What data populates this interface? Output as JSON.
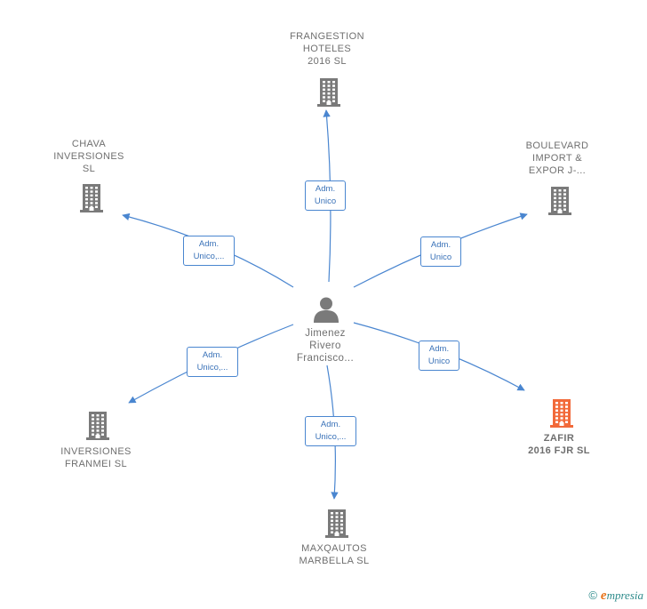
{
  "colors": {
    "edge": "#4a86d0",
    "building_gray": "#7a7a7a",
    "building_highlight": "#f26a3a",
    "person": "#7a7a7a"
  },
  "center": {
    "label": "Jimenez\nRivero\nFrancisco...",
    "icon": "person-icon"
  },
  "nodes": [
    {
      "id": "frangestion",
      "label": "FRANGESTION\nHOTELES\n2016  SL",
      "icon": "building-icon",
      "highlight": false
    },
    {
      "id": "boulevard",
      "label": "BOULEVARD\nIMPORT &\nEXPOR J-...",
      "icon": "building-icon",
      "highlight": false
    },
    {
      "id": "zafir",
      "label": "ZAFIR\n2016 FJR  SL",
      "icon": "building-icon",
      "highlight": true
    },
    {
      "id": "maxqautos",
      "label": "MAXQAUTOS\nMARBELLA  SL",
      "icon": "building-icon",
      "highlight": false
    },
    {
      "id": "franmei",
      "label": "INVERSIONES\nFRANMEI  SL",
      "icon": "building-icon",
      "highlight": false
    },
    {
      "id": "chava",
      "label": "CHAVA\nINVERSIONES\nSL",
      "icon": "building-icon",
      "highlight": false
    }
  ],
  "edges": [
    {
      "to": "frangestion",
      "label": "Adm.\nUnico"
    },
    {
      "to": "boulevard",
      "label": "Adm.\nUnico"
    },
    {
      "to": "zafir",
      "label": "Adm.\nUnico"
    },
    {
      "to": "maxqautos",
      "label": "Adm.\nUnico,..."
    },
    {
      "to": "franmei",
      "label": "Adm.\nUnico,..."
    },
    {
      "to": "chava",
      "label": "Adm.\nUnico,..."
    }
  ],
  "footer": {
    "copyright": "©",
    "brand_initial": "e",
    "brand_rest": "mpresia"
  }
}
